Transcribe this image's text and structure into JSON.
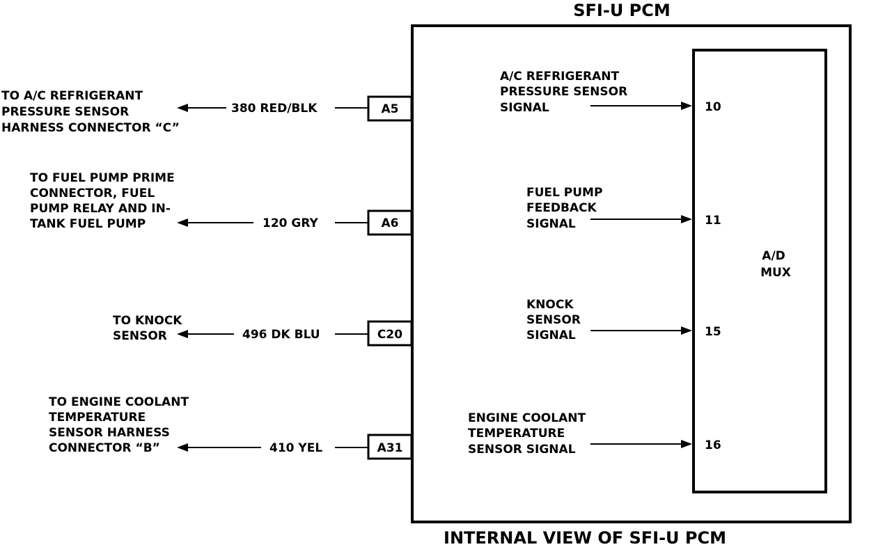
{
  "diagram": {
    "title": "SFI-U PCM",
    "caption": "INTERNAL VIEW OF SFI-U PCM",
    "mux_label": [
      "A/D",
      "MUX"
    ],
    "circuits": [
      {
        "destination": [
          "TO A/C REFRIGERANT",
          "PRESSURE SENSOR",
          "HARNESS CONNECTOR “C”"
        ],
        "wire": "380 RED/BLK",
        "pin": "A5",
        "signal": [
          "A/C REFRIGERANT",
          "PRESSURE SENSOR",
          "SIGNAL"
        ],
        "mux_pin": "10"
      },
      {
        "destination": [
          "TO FUEL PUMP PRIME",
          "CONNECTOR, FUEL",
          "PUMP RELAY AND IN-",
          "TANK FUEL PUMP"
        ],
        "wire": "120 GRY",
        "pin": "A6",
        "signal": [
          "FUEL PUMP",
          "FEEDBACK",
          "SIGNAL"
        ],
        "mux_pin": "11"
      },
      {
        "destination": [
          "TO KNOCK",
          "SENSOR"
        ],
        "wire": "496 DK BLU",
        "pin": "C20",
        "signal": [
          "KNOCK",
          "SENSOR",
          "SIGNAL"
        ],
        "mux_pin": "15"
      },
      {
        "destination": [
          "TO ENGINE COOLANT",
          "TEMPERATURE",
          "SENSOR HARNESS",
          "CONNECTOR “B”"
        ],
        "wire": "410 YEL",
        "pin": "A31",
        "signal": [
          "ENGINE COOLANT",
          "TEMPERATURE",
          "SENSOR SIGNAL"
        ],
        "mux_pin": "16"
      }
    ]
  }
}
